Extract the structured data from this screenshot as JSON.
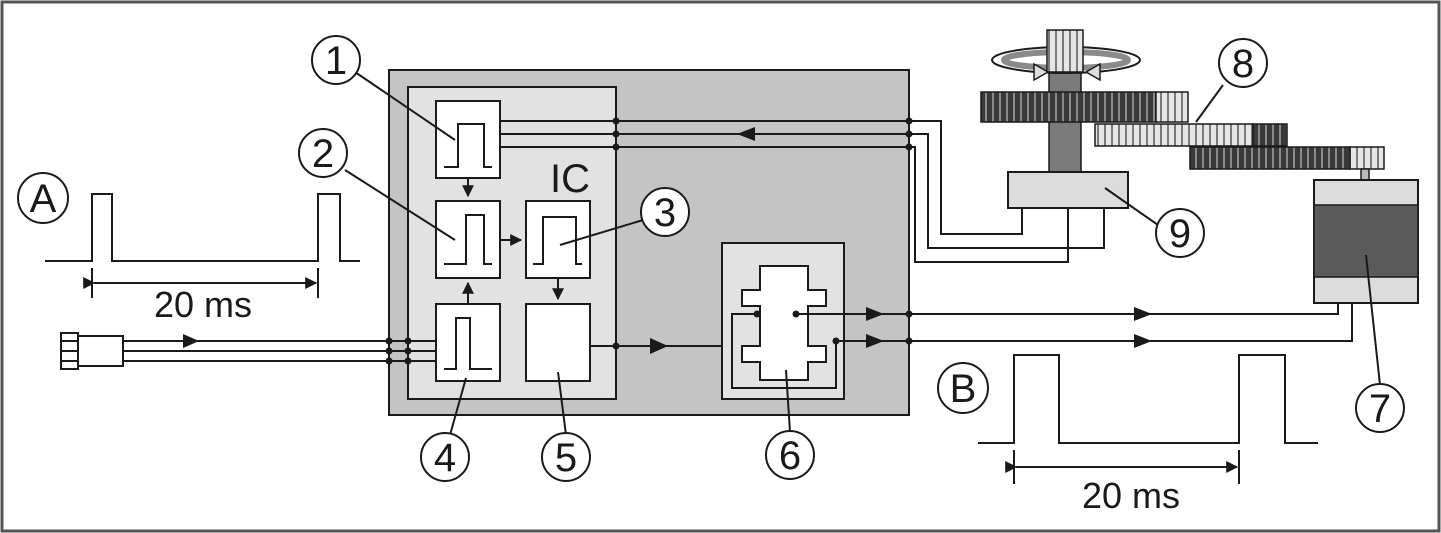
{
  "labels": {
    "A": "A",
    "B": "B",
    "IC": "IC",
    "duration_a": "20 ms",
    "duration_b": "20 ms"
  },
  "callouts": [
    "1",
    "2",
    "3",
    "4",
    "5",
    "6",
    "7",
    "8",
    "9"
  ],
  "colors": {
    "board": "#c4c4c4",
    "ic_area": "#e2e2e2",
    "line": "#1a1a1a",
    "gear_dark": "#3a3a3a",
    "gear_light": "#dcdcdc",
    "motor_band": "#5a5a5a"
  }
}
